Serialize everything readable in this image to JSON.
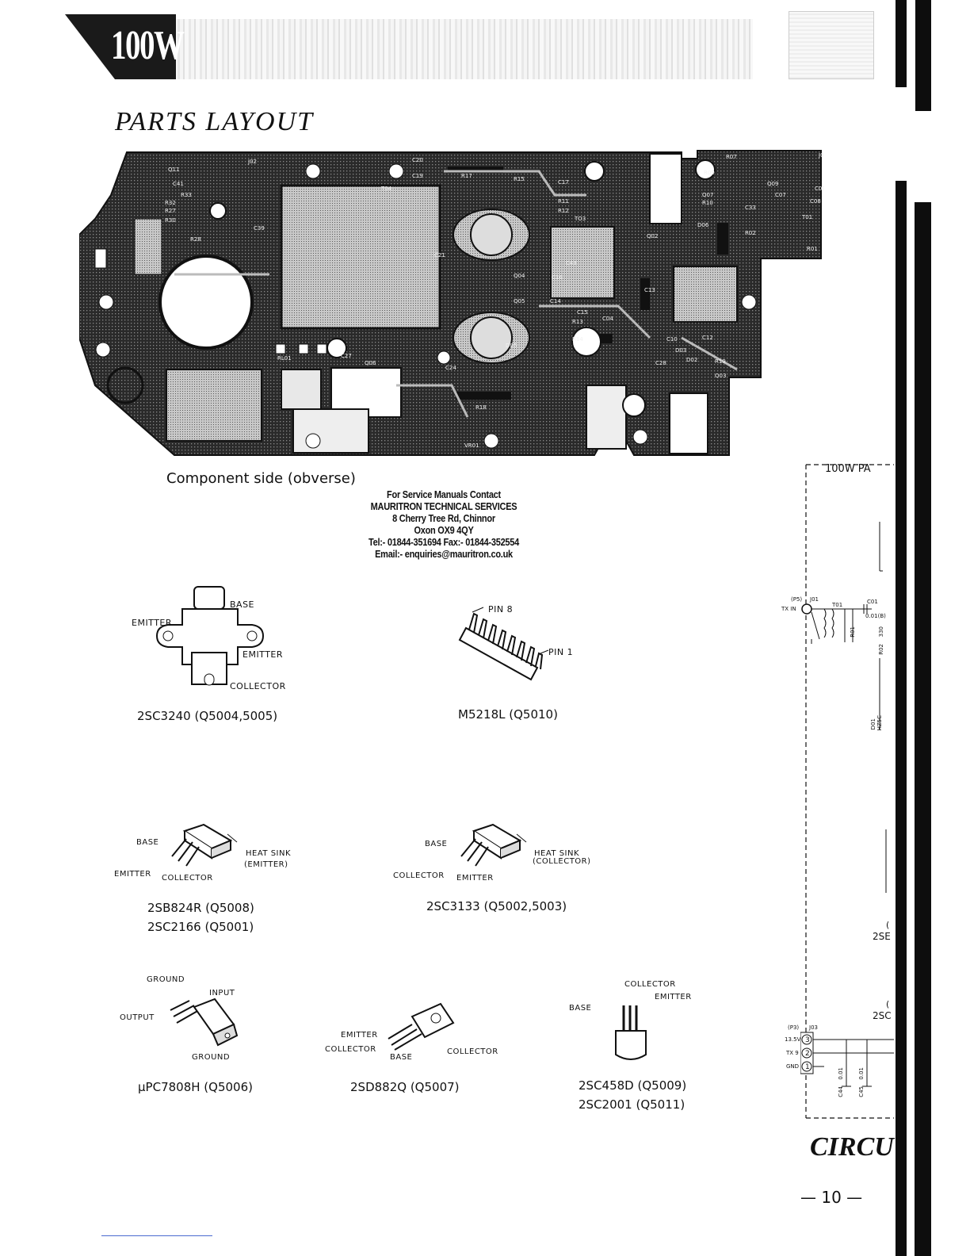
{
  "header": {
    "banner_text": "100W"
  },
  "page": {
    "title": "PARTS LAYOUT",
    "page_number": "— 10 —"
  },
  "pcb": {
    "caption": "Component side (obverse)",
    "labels": [
      "Q11",
      "C41",
      "R33",
      "R32",
      "R27",
      "R30",
      "R28",
      "C39",
      "J02",
      "T04",
      "C20",
      "C19",
      "R17",
      "R15",
      "C17",
      "R11",
      "R12",
      "TO3",
      "C21",
      "Q04",
      "Q05",
      "D05",
      "C13",
      "C15",
      "R13",
      "R14",
      "C24",
      "R18",
      "Q06",
      "RL01",
      "C27",
      "C14",
      "C16",
      "C43",
      "R09",
      "Q07",
      "R10",
      "R07",
      "C33",
      "R02",
      "Q09",
      "R01",
      "Q02",
      "D06",
      "Q03",
      "R19",
      "T01",
      "J01",
      "VR01",
      "C28",
      "C10",
      "C04",
      "D02",
      "D03",
      "C12",
      "C07",
      "C08",
      "C09"
    ]
  },
  "contact": {
    "line1": "For Service Manuals Contact",
    "line2": "MAURITRON TECHNICAL SERVICES",
    "line3": "8 Cherry Tree Rd, Chinnor",
    "line4": "Oxon OX9 4QY",
    "line5": "Tel:- 01844-351694 Fax:- 01844-352554",
    "line6": "Email:- enquiries@mauritron.co.uk"
  },
  "parts": {
    "p1": {
      "name": "2SC3240 (Q5004,5005)",
      "base": "BASE",
      "emitter1": "EMITTER",
      "emitter2": "EMITTER",
      "collector": "COLLECTOR"
    },
    "p2": {
      "name": "M5218L (Q5010)",
      "pin8": "PIN 8",
      "pin1": "PIN 1"
    },
    "p3": {
      "name1": "2SB824R (Q5008)",
      "name2": "2SC2166 (Q5001)",
      "base": "BASE",
      "emitter": "EMITTER",
      "collector": "COLLECTOR",
      "heatsink1": "HEAT SINK",
      "heatsink2": "(EMITTER)"
    },
    "p4": {
      "name": "2SC3133 (Q5002,5003)",
      "base": "BASE",
      "collector": "COLLECTOR",
      "emitter": "EMITTER",
      "heatsink1": "HEAT SINK",
      "heatsink2": "(COLLECTOR)"
    },
    "p5": {
      "name": "μPC7808H (Q5006)",
      "ground1": "GROUND",
      "input": "INPUT",
      "output": "OUTPUT",
      "ground2": "GROUND"
    },
    "p6": {
      "name": "2SD882Q (Q5007)",
      "emitter": "EMITTER",
      "collector1": "COLLECTOR",
      "base": "BASE",
      "collector2": "COLLECTOR"
    },
    "p7": {
      "name1": "2SC458D (Q5009)",
      "name2": "2SC2001 (Q5011)",
      "collector": "COLLECTOR",
      "emitter": "EMITTER",
      "base": "BASE"
    }
  },
  "schematic": {
    "title": "100W PA",
    "title2": "CIRCU",
    "j01_labels": {
      "p5": "(P5)",
      "j01": "J01",
      "txin": "TX IN",
      "t01": "T01",
      "c01": "C01",
      "c01v": "0.01(B)",
      "r01": "R01",
      "r02": "R02",
      "r02v": "330",
      "d01": "D01",
      "d01v": "HZ5C"
    },
    "j03_labels": {
      "p3": "(P3)",
      "j03": "J03",
      "v13": "13.5V",
      "tx9": "TX 9",
      "gnd": "GND",
      "pin3": "3",
      "pin2": "2",
      "pin1": "1",
      "c44": "C44",
      "c45": "C45",
      "cv": "0.01"
    },
    "side1": "2SE",
    "side2": "2SC",
    "side1b": "(",
    "side2b": "("
  }
}
